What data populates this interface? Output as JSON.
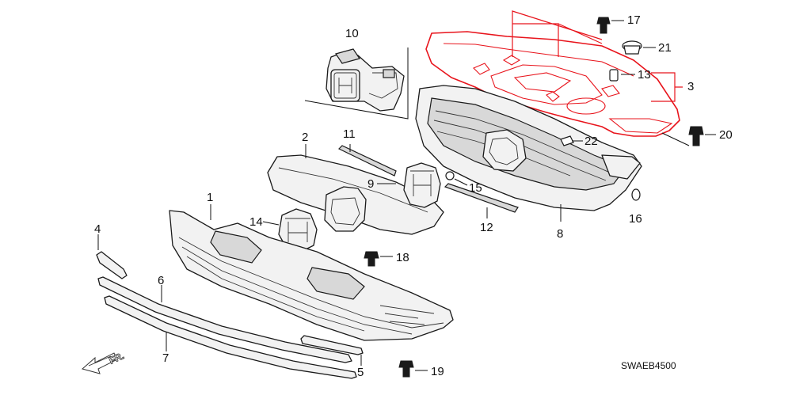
{
  "diagram": {
    "drawing_code": "SWAEB4500",
    "direction_label": "FR.",
    "highlight_color": "#e8141c",
    "callouts": {
      "c1": "1",
      "c2": "2",
      "c3": "3",
      "c4": "4",
      "c5": "5",
      "c6": "6",
      "c7": "7",
      "c8": "8",
      "c9": "9",
      "c10": "10",
      "c11": "11",
      "c12": "12",
      "c13": "13",
      "c14": "14",
      "c15": "15",
      "c16": "16",
      "c17": "17",
      "c18": "18",
      "c19": "19",
      "c20": "20",
      "c21": "21",
      "c22": "22"
    }
  }
}
